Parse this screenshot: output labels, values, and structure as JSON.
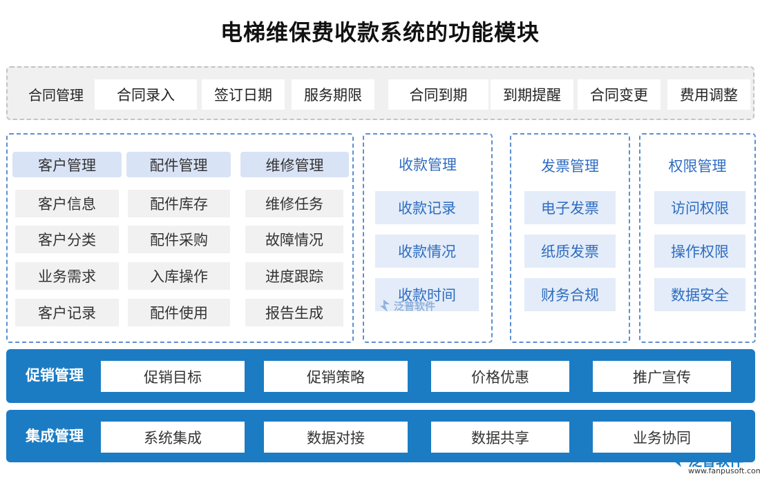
{
  "title": "电梯维保费收款系统的功能模块",
  "contract": {
    "label": "合同管理",
    "items": [
      "合同录入",
      "签订日期",
      "服务期限",
      "合同到期",
      "到期提醒",
      "合同变更",
      "费用调整"
    ]
  },
  "groups": [
    {
      "header": "客户管理",
      "items": [
        "客户信息",
        "客户分类",
        "业务需求",
        "客户记录"
      ]
    },
    {
      "header": "配件管理",
      "items": [
        "配件库存",
        "配件采购",
        "入库操作",
        "配件使用"
      ]
    },
    {
      "header": "维修管理",
      "items": [
        "维修任务",
        "故障情况",
        "进度跟踪",
        "报告生成"
      ]
    }
  ],
  "payment": {
    "title": "收款管理",
    "items": [
      "收款记录",
      "收款情况",
      "收款时间"
    ]
  },
  "invoice": {
    "title": "发票管理",
    "items": [
      "电子发票",
      "纸质发票",
      "财务合规"
    ]
  },
  "permission": {
    "title": "权限管理",
    "items": [
      "访问权限",
      "操作权限",
      "数据安全"
    ]
  },
  "promotion": {
    "label": "促销管理",
    "items": [
      "促销目标",
      "促销策略",
      "价格优惠",
      "推广宣传"
    ]
  },
  "integration": {
    "label": "集成管理",
    "items": [
      "系统集成",
      "数据对接",
      "数据共享",
      "业务协同"
    ]
  },
  "watermark": {
    "text": "泛普软件"
  },
  "logo": {
    "text": "泛普软件",
    "url": "www.fanpusoft.com"
  },
  "colors": {
    "accent_blue": "#1b7cc4",
    "title_blue": "#2f6cc0",
    "header_fill": "#d9e3f6"
  }
}
